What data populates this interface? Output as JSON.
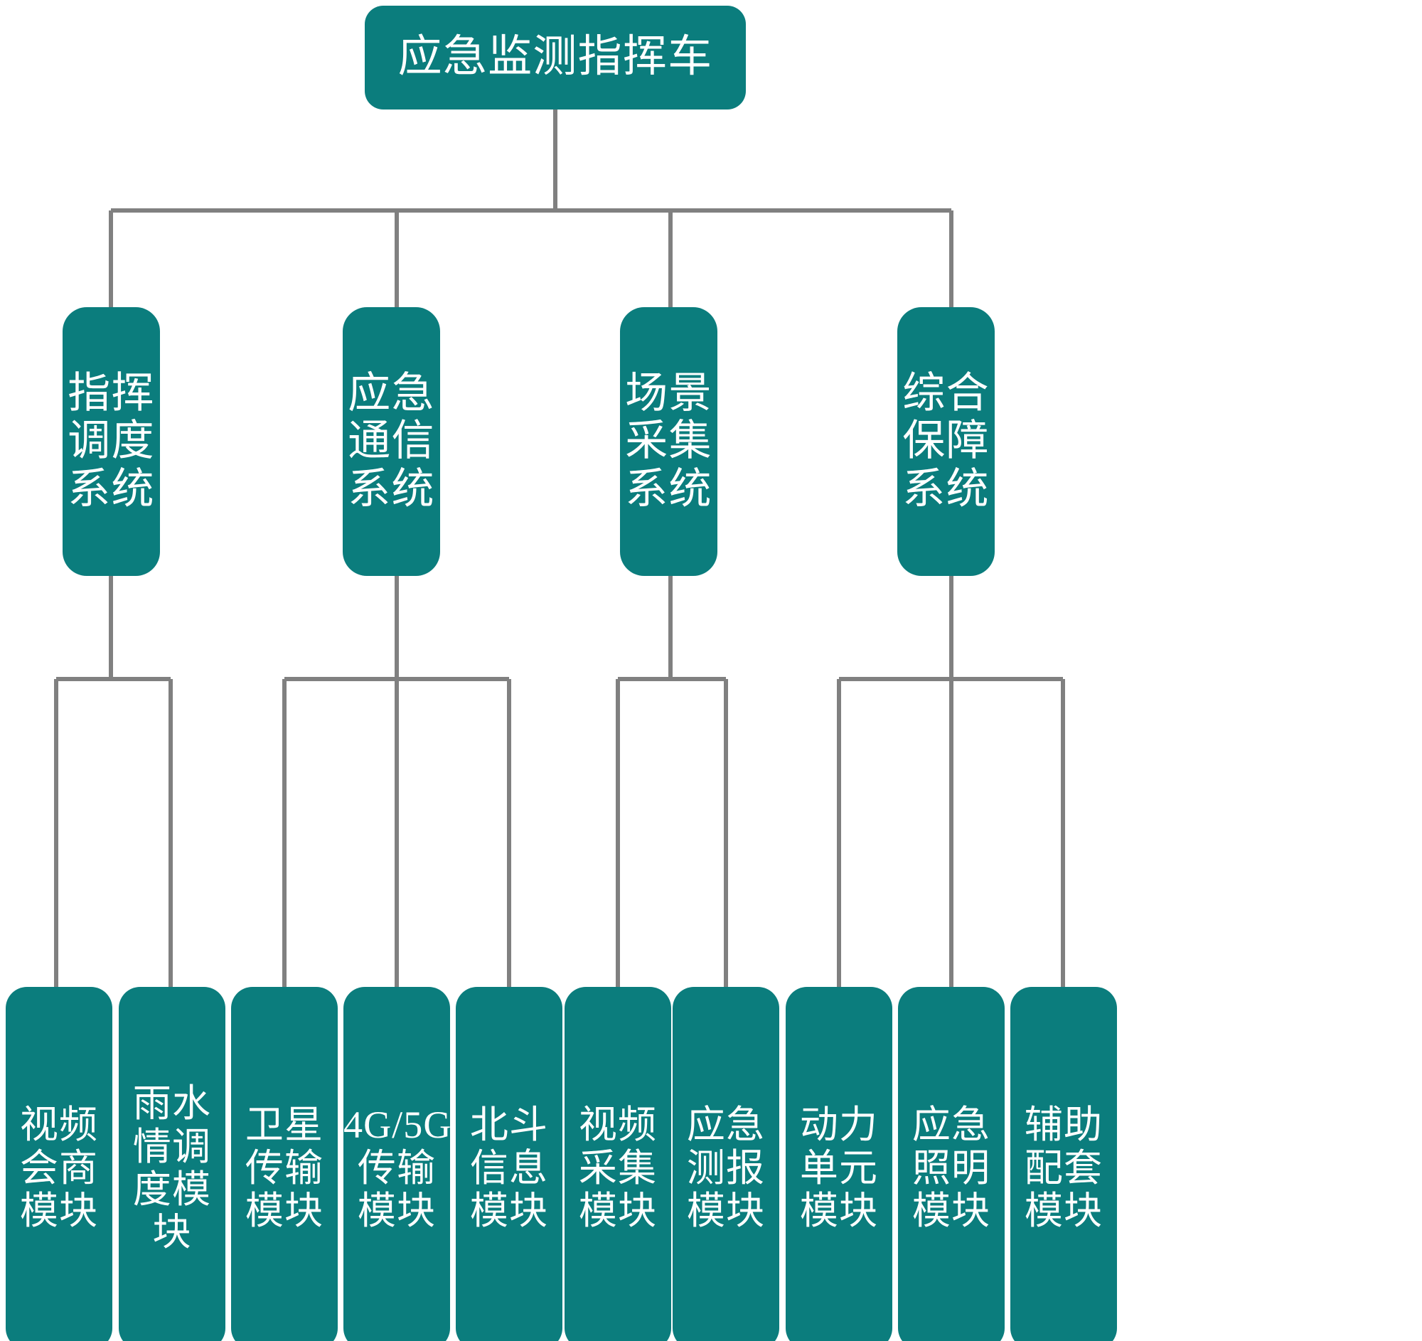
{
  "diagram": {
    "title": "应急监测指挥车",
    "theme": {
      "node_fill": "#0b7d7d",
      "node_text": "#ffffff",
      "connector": "#808080",
      "background": "#ffffff"
    },
    "root": {
      "label": "应急监测指挥车"
    },
    "systems": [
      {
        "label": "指挥调度系统"
      },
      {
        "label": "应急通信系统"
      },
      {
        "label": "场景采集系统"
      },
      {
        "label": "综合保障系统"
      }
    ],
    "modules": [
      {
        "label": "视频会商模块",
        "parent": "指挥调度系统"
      },
      {
        "label": "雨水情调度模块",
        "parent": "指挥调度系统"
      },
      {
        "label": "卫星传输模块",
        "parent": "应急通信系统"
      },
      {
        "label": "4G/5G传输模块",
        "parent": "应急通信系统"
      },
      {
        "label": "北斗信息模块",
        "parent": "应急通信系统"
      },
      {
        "label": "视频采集模块",
        "parent": "场景采集系统"
      },
      {
        "label": "应急测报模块",
        "parent": "场景采集系统"
      },
      {
        "label": "动力单元模块",
        "parent": "综合保障系统"
      },
      {
        "label": "应急照明模块",
        "parent": "综合保障系统"
      },
      {
        "label": "辅助配套模块",
        "parent": "综合保障系统"
      }
    ]
  }
}
